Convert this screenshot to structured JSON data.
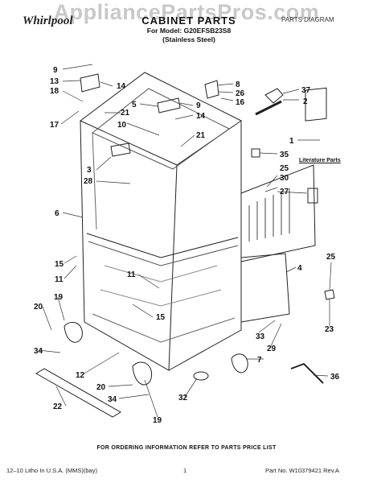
{
  "watermark": "AppliancePartsPros.com",
  "brand": "Whirlpool",
  "header": {
    "title": "CABINET PARTS",
    "model_line": "For Model: G20EFSB23S8",
    "finish_line": "(Stainless Steel)",
    "right_label": "PARTS DIAGRAM"
  },
  "literature_label": "Literature Parts",
  "callouts": [
    "9",
    "13",
    "14",
    "18",
    "5",
    "9",
    "17",
    "21",
    "14",
    "10",
    "21",
    "8",
    "26",
    "16",
    "37",
    "2",
    "1",
    "35",
    "30",
    "25",
    "27",
    "3",
    "28",
    "6",
    "4",
    "15",
    "11",
    "11",
    "25",
    "19",
    "15",
    "20",
    "23",
    "34",
    "33",
    "29",
    "7",
    "12",
    "36",
    "20",
    "34",
    "32",
    "22",
    "19"
  ],
  "footer": {
    "order_note": "FOR ORDERING INFORMATION REFER TO PARTS PRICE LIST",
    "left": "12–10 Litho In U.S.A. (MMS)(bay)",
    "page": "1",
    "part_no": "Part No. W10379421 Rev.A"
  }
}
